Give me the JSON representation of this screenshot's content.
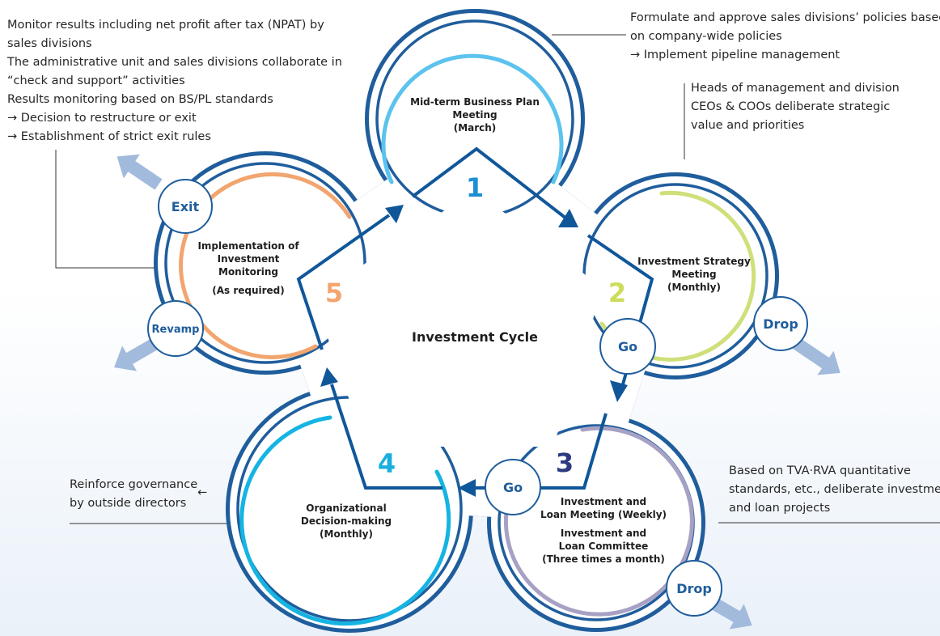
{
  "notes": {
    "top_left": [
      "Monitor results including net profit after tax (NPAT) by",
      "sales divisions",
      "The administrative unit and sales divisions collaborate in",
      "“check and support” activities",
      "Results monitoring based on BS/PL standards",
      "→ Decision to restructure or exit",
      "→ Establishment of strict exit rules"
    ],
    "top_right": [
      "Formulate and approve sales divisions’ policies based",
      "on company-wide policies",
      "→ Implement pipeline management"
    ],
    "right_mid": [
      "Heads of management and division",
      "CEOs & COOs deliberate strategic",
      "value and priorities"
    ],
    "right_bottom": [
      "Based on TVA·RVA quantitative",
      "standards, etc., deliberate investment",
      "and loan projects"
    ],
    "left_bottom": [
      "Reinforce governance",
      "by outside directors"
    ],
    "left_bottom_arrow": "←"
  },
  "center_label": "Investment Cycle",
  "stages": [
    {
      "number": "1",
      "lines": [
        "Mid-term Business Plan",
        "Meeting",
        "(March)"
      ],
      "color": "#5bc3ee"
    },
    {
      "number": "2",
      "lines": [
        "Investment Strategy",
        "Meeting",
        "(Monthly)"
      ],
      "color": "#cfdf7a"
    },
    {
      "number": "3",
      "lines": [
        "Investment and",
        "Loan Meeting (Weekly)",
        "Investment and",
        "Loan Committee",
        "(Three times a month)"
      ],
      "color": "#a7a2c4"
    },
    {
      "number": "4",
      "lines": [
        "Organizational",
        "Decision-making",
        "(Monthly)"
      ],
      "color": "#15b4e2"
    },
    {
      "number": "5",
      "lines": [
        "Implementation of",
        "Investment",
        "Monitoring",
        "(As required)"
      ],
      "color": "#f2a56e"
    }
  ],
  "stage_number_colors": {
    "1": "#1d8fd4",
    "2": "#cddc5a",
    "3": "#2c3b80",
    "4": "#18aee0",
    "5": "#f2a56e"
  },
  "badges": {
    "exit": "Exit",
    "revamp": "Revamp",
    "drop_stage2": "Drop",
    "go_stage2": "Go",
    "go_stage3": "Go",
    "drop_stage3": "Drop"
  },
  "colors": {
    "ring_outline": "#1f5d9c",
    "flow_arrow": "#10579a",
    "badge_text": "#1f5d9c",
    "exit_arrow": "#9fb8da"
  }
}
